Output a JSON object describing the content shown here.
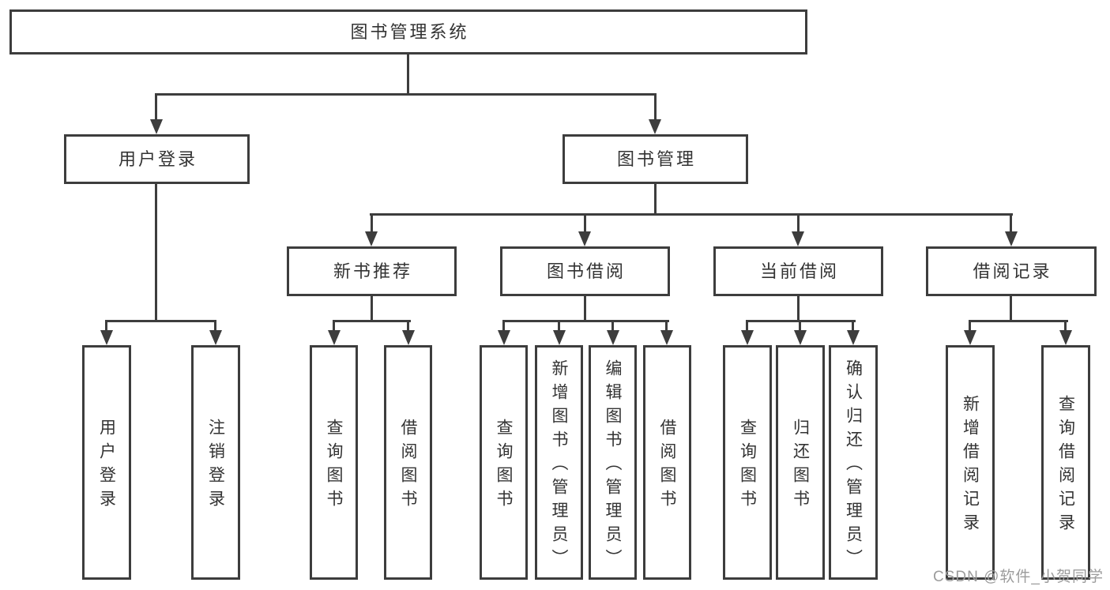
{
  "diagram": {
    "root": {
      "label": "图书管理系统"
    },
    "level2": [
      {
        "label": "用户登录"
      },
      {
        "label": "图书管理"
      }
    ],
    "level3": [
      {
        "label": "新书推荐"
      },
      {
        "label": "图书借阅"
      },
      {
        "label": "当前借阅"
      },
      {
        "label": "借阅记录"
      }
    ],
    "leaves": {
      "user_login": [
        "用户登录",
        "注销登录"
      ],
      "new_book": [
        "查询图书",
        "借阅图书"
      ],
      "book_borrow": [
        "查询图书",
        "新增图书（管理员）",
        "编辑图书（管理员）",
        "借阅图书"
      ],
      "current_borrow": [
        "查询图书",
        "归还图书",
        "确认归还（管理员）"
      ],
      "borrow_records": [
        "新增借阅记录",
        "查询借阅记录"
      ]
    }
  },
  "watermark": {
    "label": "CSDN @软件_小贺同学"
  },
  "colors": {
    "line": "#3d3d3d",
    "text": "#333333",
    "watermark": "#9c9c9c",
    "background": "#ffffff"
  }
}
